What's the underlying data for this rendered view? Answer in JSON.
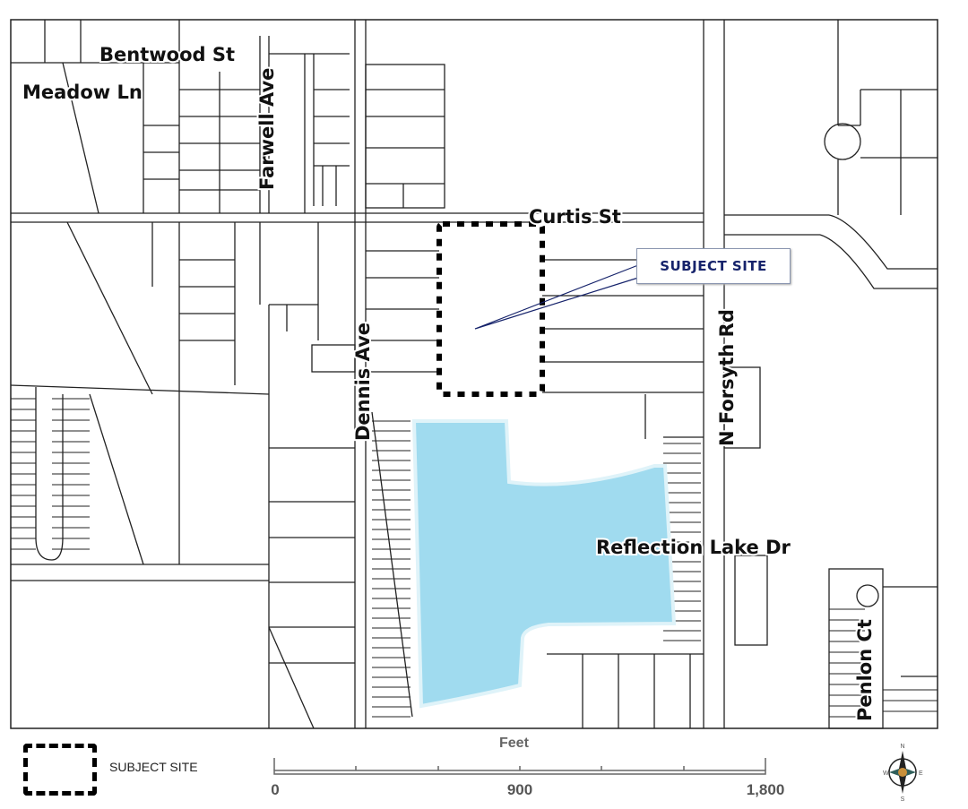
{
  "streets": {
    "bentwood": "Bentwood St",
    "meadow": "Meadow Ln",
    "farwell": "Farwell Ave",
    "curtis": "Curtis St",
    "dennis": "Dennis Ave",
    "forsyth": "N Forsyth Rd",
    "reflection": "Reflection Lake Dr",
    "penlon": "Penlon Ct"
  },
  "callout": {
    "label": "SUBJECT SITE"
  },
  "legend": {
    "subject_site_label": "SUBJECT SITE"
  },
  "scale": {
    "unit": "Feet",
    "ticks": [
      "0",
      "900",
      "1,800"
    ]
  },
  "compass": {
    "n": "N",
    "s": "S",
    "e": "E",
    "w": "W"
  },
  "colors": {
    "lake": "#a0dbef",
    "callout_text": "#16236b"
  }
}
